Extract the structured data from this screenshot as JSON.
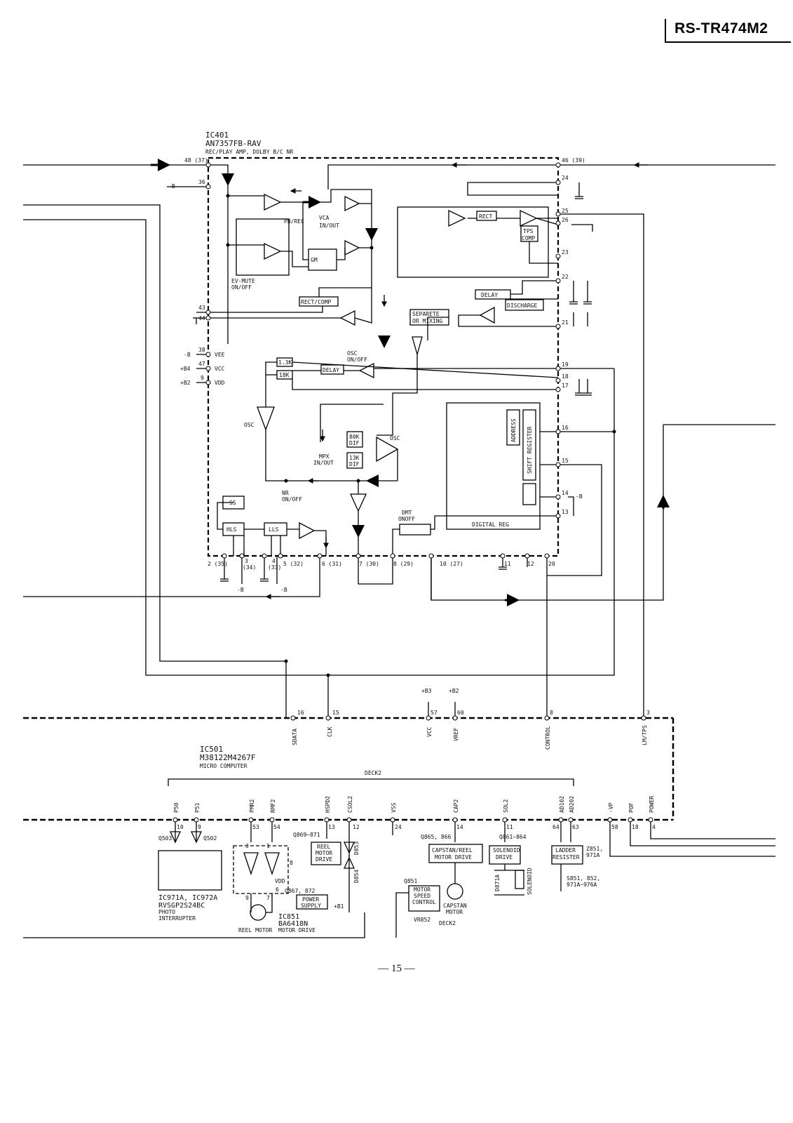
{
  "header": {
    "model": "RS-TR474M2"
  },
  "page_number": "— 15 —",
  "ic401": {
    "ref": "IC401",
    "part": "AN7357FB-RAV",
    "desc": "REC/PLAY AMP, DOLBY B/C NR",
    "labels": {
      "pbrec": "PB/REC",
      "vca1": "VCA",
      "vca2": "IN/OUT",
      "gm": "GM",
      "evmute1": "EV-MUTE",
      "evmute2": "ON/OFF",
      "rectcomp": "RECT/COMP",
      "rect": "RECT",
      "tps1": "TPS",
      "tps2": "COMP",
      "delay": "DELAY",
      "discharge": "DISCHARGE",
      "sep1": "SEPARETE",
      "sep2": "OR MIXING",
      "r13k": "1.3K",
      "r18k": "18K",
      "delay2": "DELAY",
      "osc1": "OSC",
      "osc2": "ON/OFF",
      "osc": "OSC",
      "dif80": "80K",
      "dif80b": "DIF",
      "dif13": "13K",
      "dif13b": "DIF",
      "oscbar": "OSC",
      "mpx1": "MPX",
      "mpx2": "IN/OUT",
      "nr1": "NR",
      "nr2": "ON/OFF",
      "ss": "SS",
      "hls": "HLS",
      "lls": "LLS",
      "dmt1": "DMT",
      "dmt2": "ONOFF",
      "address": "ADDRESS",
      "shiftreg": "SHIFT REGISTER",
      "digreg": "DIGITAL REG",
      "vee": "VEE",
      "vcc": "VCC",
      "vdd": "VDD",
      "mb": "-B",
      "b4": "+B4",
      "b2": "+B2"
    },
    "pins": {
      "p48": "48 (37)",
      "p36": "36",
      "p43": "43",
      "p44": "44",
      "p38": "38",
      "p47": "47",
      "p9": "9",
      "p46": "46 (39)",
      "p24": "24",
      "p25": "25",
      "p26": "26",
      "p23": "23",
      "p22": "22",
      "p21": "21",
      "p19": "19",
      "p18": "18",
      "p17": "17",
      "p16": "16",
      "p15": "15",
      "p14": "14",
      "p14b": "-B",
      "p13": "13",
      "b2": "2 (35)",
      "b3": "3",
      "b34": "(34)",
      "b4": "4",
      "b33": "(33)",
      "b5": "5 (32)",
      "b6": "6 (31)",
      "b7": "7 (30)",
      "b8": "8 (29)",
      "b10": "10 (27)",
      "b11": "11",
      "b12": "12",
      "b20": "20",
      "mb1": "-B",
      "mb2": "-B"
    }
  },
  "ic501": {
    "ref": "IC501",
    "part": "M38122M4267F",
    "desc": "MICRO COMPUTER",
    "top_pins": [
      {
        "name": "SDATA",
        "num": "16"
      },
      {
        "name": "CLK",
        "num": "15"
      },
      {
        "name": "VCC",
        "num": "57"
      },
      {
        "name": "VREF",
        "num": "60"
      },
      {
        "name": "CONTROL",
        "num": "8"
      },
      {
        "name": "LM/TPS",
        "num": "3"
      }
    ],
    "supplies": {
      "b3": "+B3",
      "b2": "+B2"
    },
    "deck2": "DECK2",
    "bottom_pins": [
      {
        "name": "P50",
        "num": "10"
      },
      {
        "name": "P51",
        "num": "9"
      },
      {
        "name": "PMR2",
        "num": "53"
      },
      {
        "name": "RMF2",
        "num": "54"
      },
      {
        "name": "HSPD2",
        "num": "13"
      },
      {
        "name": "CSOL2",
        "num": "12"
      },
      {
        "name": "VSS",
        "num": "24"
      },
      {
        "name": "CAP2",
        "num": "14"
      },
      {
        "name": "SOL2",
        "num": "11"
      },
      {
        "name": "AD102",
        "num": "64"
      },
      {
        "name": "AD202",
        "num": "63"
      },
      {
        "name": "-VP",
        "num": "58"
      },
      {
        "name": "POF",
        "num": "18"
      },
      {
        "name": "POWER",
        "num": "4"
      }
    ]
  },
  "drive": {
    "q503": "Q503",
    "q502": "Q502",
    "ic971": "IC971A, IC972A",
    "rvs": "RVSGP2S24BC",
    "photo": "PHOTO",
    "interrupter": "INTERRUPTER",
    "q869": "Q869~871",
    "reel1": "REEL",
    "reel2": "MOTOR",
    "reel3": "DRIVE",
    "d853": "D853",
    "d854": "D854",
    "vdd": "VDD",
    "q867": "Q867, 872",
    "ps1": "POWER",
    "ps2": "SUPPLY",
    "b1": "+B1",
    "ic851": "IC851",
    "ba": "BA6418N",
    "md": "MOTOR DRIVE",
    "reelmotor": "REEL MOTOR",
    "pin3": "3",
    "pin1": "1",
    "pin8": "8",
    "pin9": "9",
    "pin7": "7",
    "pin6": "6",
    "q865": "Q865, 866",
    "cap1": "CAPSTAN/REEL",
    "cap2": "MOTOR DRIVE",
    "q851": "Q851",
    "ms1": "MOTOR",
    "ms2": "SPEED",
    "ms3": "CONTROL",
    "vr852": "VR852",
    "capm1": "CAPSTAN",
    "capm2": "MOTOR",
    "deck2": "DECK2",
    "q861": "Q861~864",
    "sol1": "SOLENOID",
    "sol2": "DRIVE",
    "d871": "D871A",
    "solenoid": "SOLENOID",
    "lad1": "LADDER",
    "lad2": "RESISTER",
    "z851": "Z851,",
    "z971": "971A",
    "s851": "S851, 852,",
    "s971": "971A~976A"
  }
}
